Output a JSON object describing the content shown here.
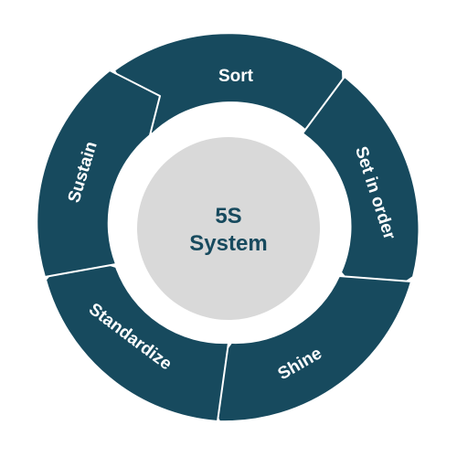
{
  "center": {
    "line1": "5S",
    "line2": "System"
  },
  "segments": [
    {
      "id": "sort",
      "label": "Sort"
    },
    {
      "id": "set-in-order",
      "label": "Set in order"
    },
    {
      "id": "shine",
      "label": "Shine"
    },
    {
      "id": "standardize",
      "label": "Standardize"
    },
    {
      "id": "sustain",
      "label": "Sustain"
    }
  ],
  "colors": {
    "segment_fill": "#174a5e",
    "center_fill": "#d9d9d9",
    "center_text": "#174a5e",
    "gap": "#ffffff"
  }
}
